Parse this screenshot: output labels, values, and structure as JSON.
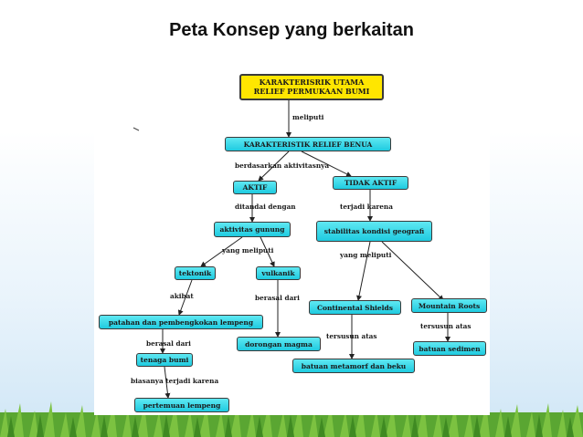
{
  "slide": {
    "title": "Peta Konsep yang berkaitan"
  },
  "diagram": {
    "nodes": {
      "root": "KARAKTERISRIK UTAMA RELIEF PERMUKAAN BUMI",
      "benua": "KARAKTERISTIK RELIEF BENUA",
      "aktif": "AKTIF",
      "tidak_aktif": "TIDAK AKTIF",
      "aktivitas": "aktivitas gunung",
      "stabilitas": "stabilitas kondisi geografi",
      "tektonik": "tektonik",
      "vulkanik": "vulkanik",
      "continental": "Continental Shields",
      "mountain": "Mountain Roots",
      "patahan": "patahan dan pembengkokan lempeng",
      "dorongan": "dorongan magma",
      "batuan_sedimen": "batuan sedimen",
      "tenaga": "tenaga bumi",
      "batuan_metamorf": "batuan metamorf dan beku",
      "pertemuan": "pertemuan lempeng"
    },
    "links": {
      "meliputi": "meliputi",
      "berdasarkan": "berdasarkan aktivitasnya",
      "ditandai": "ditandai dengan",
      "terjadi": "terjadi karena",
      "yang_meliputi_1": "yang meliputi",
      "yang_meliputi_2": "yang meliputi",
      "akibat": "akibat",
      "berasal_dari_1": "berasal dari",
      "berasal_dari_2": "berasal dari",
      "tersusun_atas_1": "tersusun atas",
      "tersusun_atas_2": "tersusun atas",
      "biasanya": "biasanya terjadi karena"
    }
  }
}
